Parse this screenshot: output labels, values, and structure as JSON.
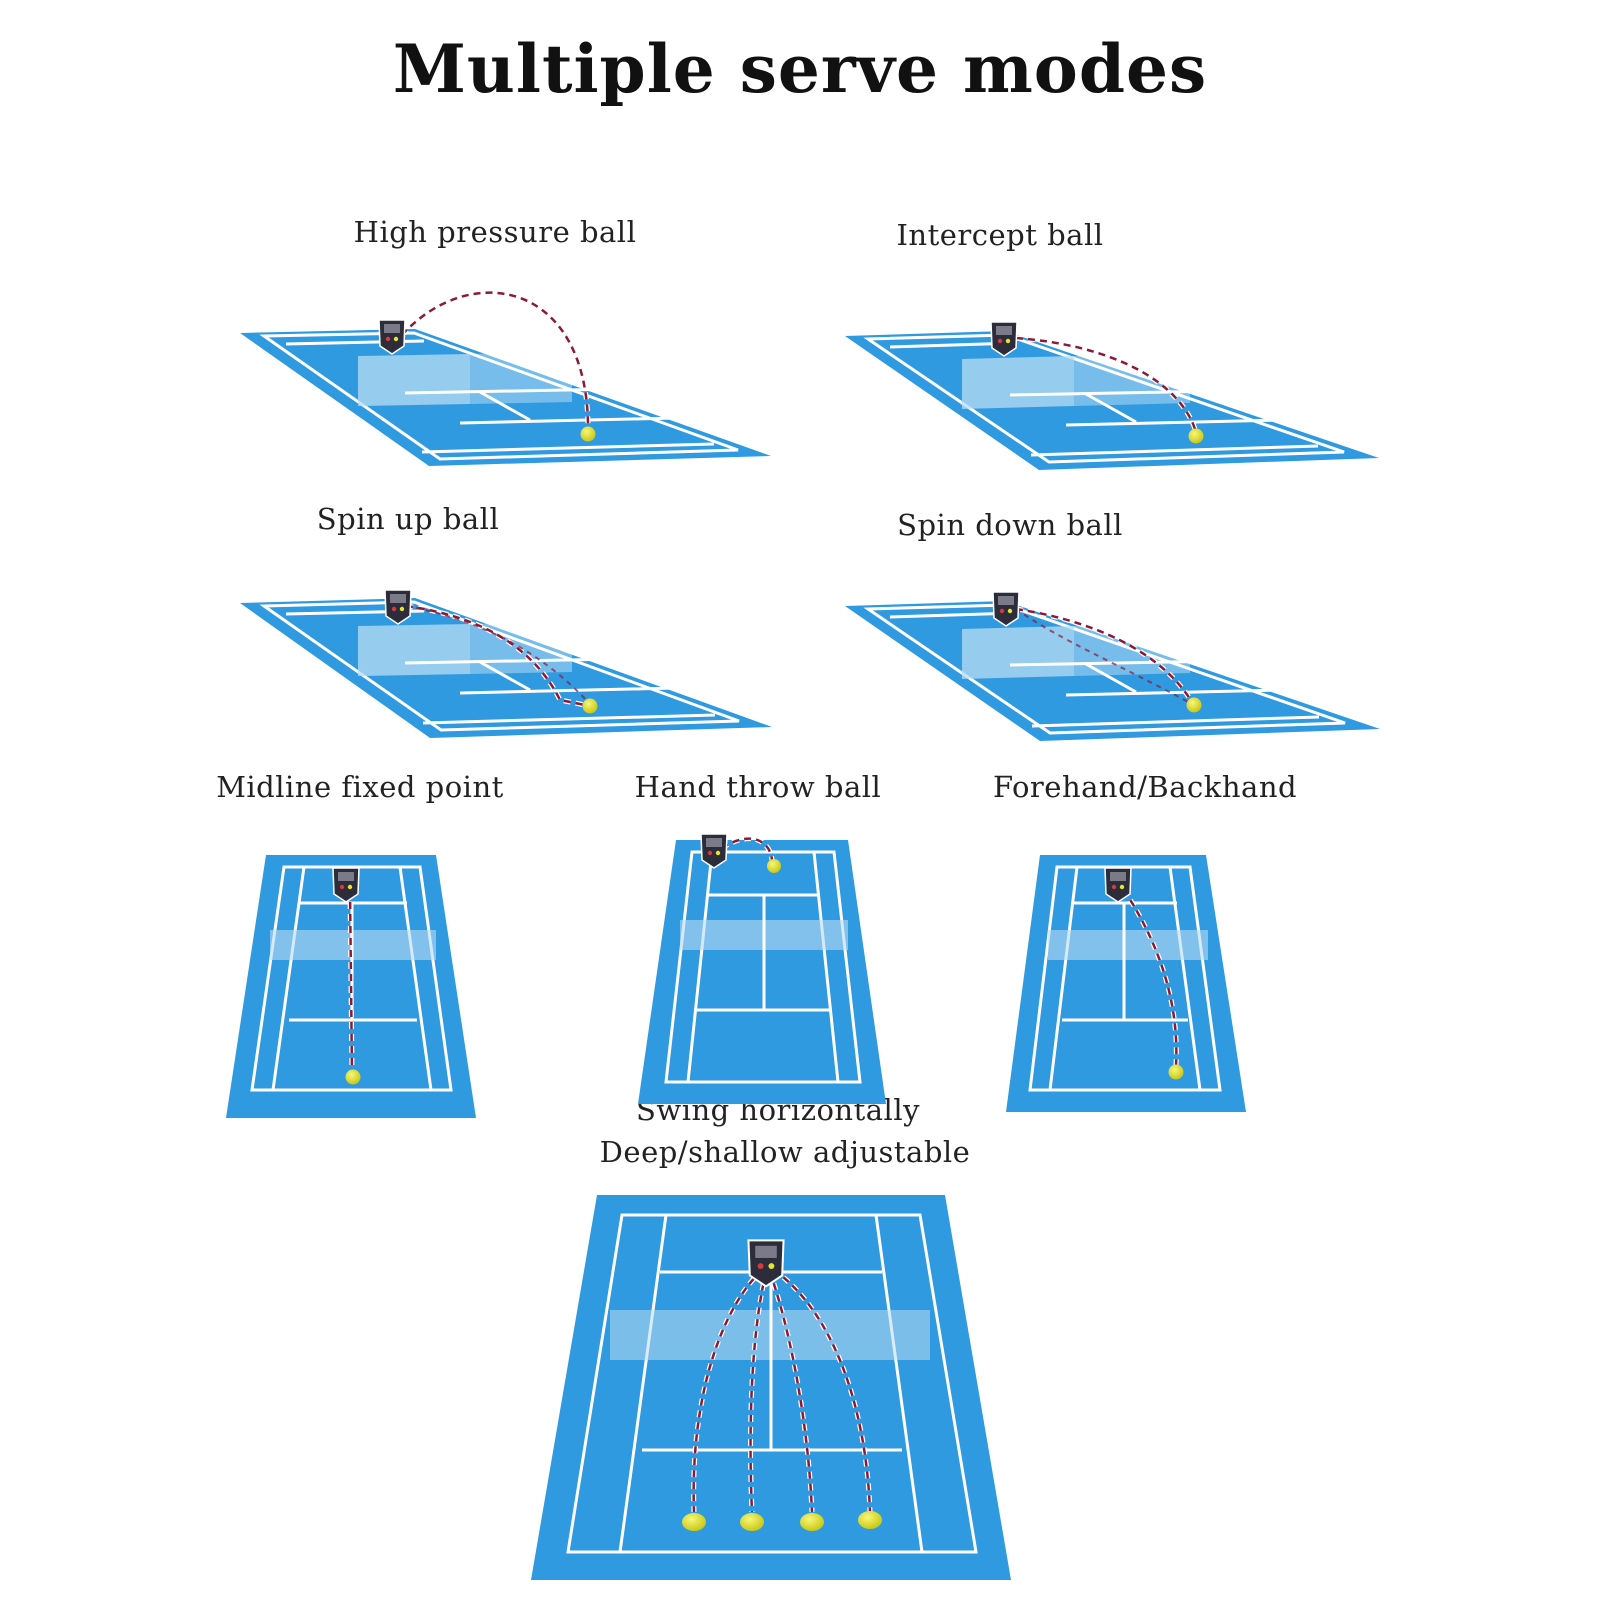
{
  "title": "Multiple serve modes",
  "modes": [
    {
      "label": "High pressure ball"
    },
    {
      "label": "Intercept ball"
    },
    {
      "label": "Spin up ball"
    },
    {
      "label": "Spin down ball"
    },
    {
      "label": "Midline fixed point"
    },
    {
      "label": "Hand throw ball"
    },
    {
      "label": "Forehand/Backhand"
    },
    {
      "label": "Swing horizontally",
      "label2": "Deep/shallow adjustable"
    }
  ],
  "colors": {
    "court": "#2f9ae0",
    "court_inner": "#3aa6ea",
    "lines": "#ffffff",
    "net_band": "#b9dcf3",
    "trajectory": "#8a1a3a",
    "ball": "#e4e628",
    "machine": "#2c2c3a"
  },
  "icons": {
    "machine": "ball-machine-icon",
    "ball": "tennis-ball-icon"
  }
}
